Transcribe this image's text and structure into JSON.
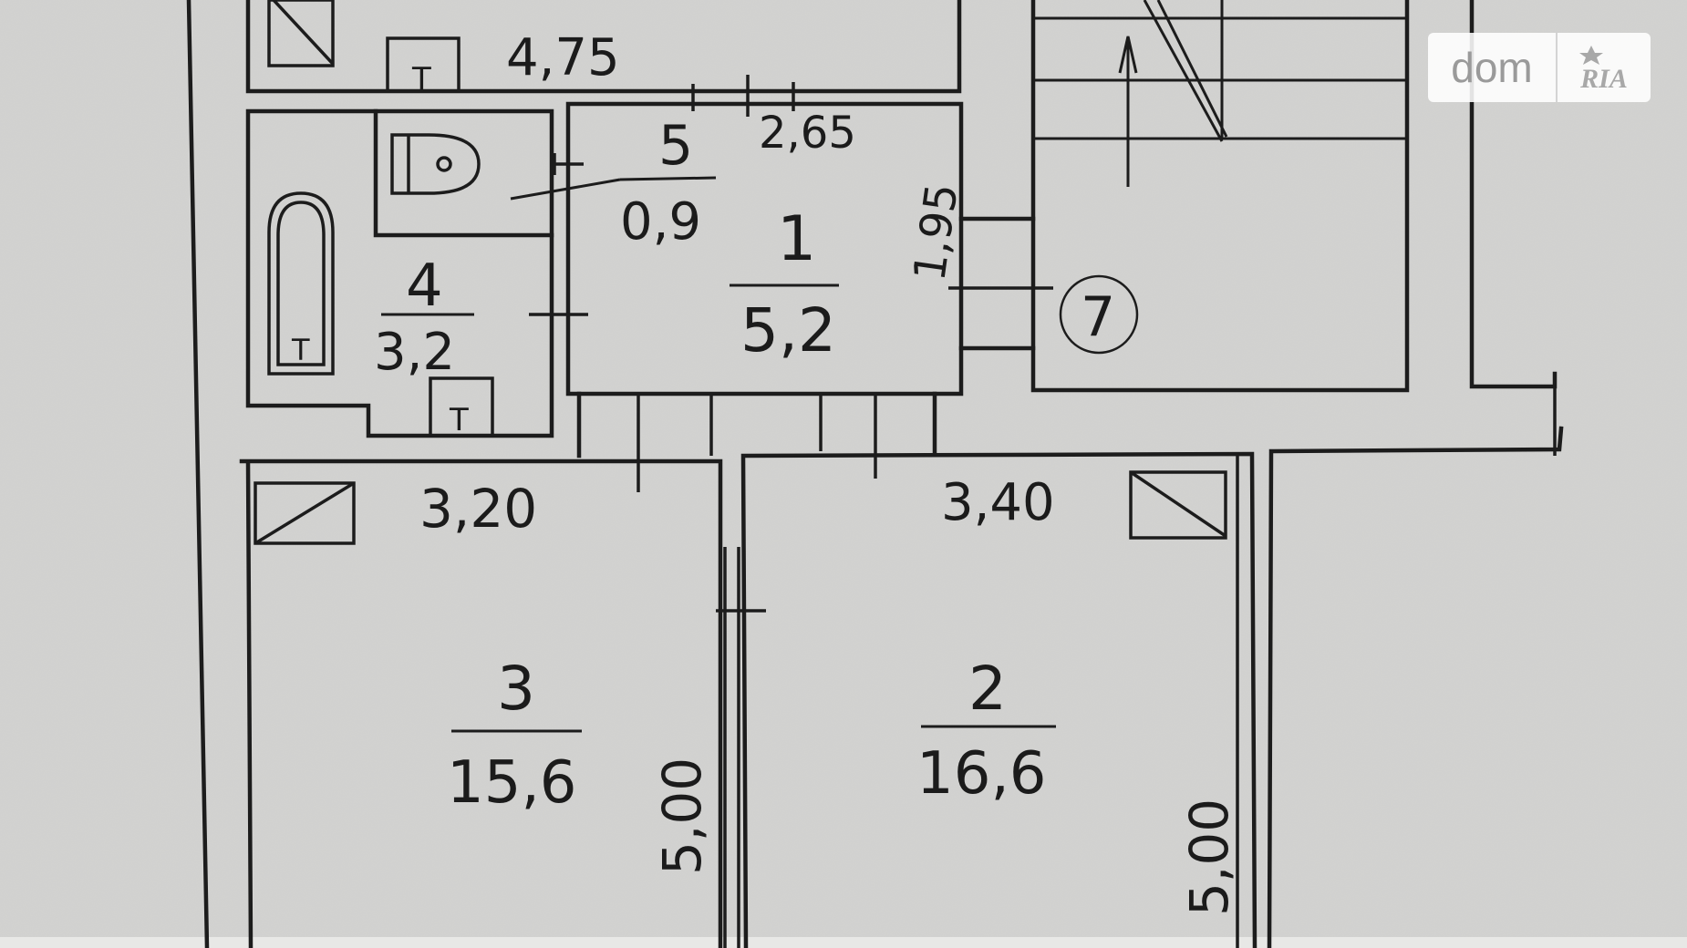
{
  "watermark": {
    "brand_left": "dom",
    "brand_right": "RIA"
  },
  "rooms": [
    {
      "number": "1",
      "area": "5,2"
    },
    {
      "number": "2",
      "area": "16,6"
    },
    {
      "number": "3",
      "area": "15,6"
    },
    {
      "number": "4",
      "area": "3,2"
    },
    {
      "number": "5",
      "area": "0,9"
    }
  ],
  "stair_marker": "7",
  "dimensions": {
    "top_corridor": "4,75",
    "hall_width": "2,65",
    "hall_height": "1,95",
    "room3_width": "3,20",
    "room2_width": "3,40",
    "room3_length": "5,00",
    "room2_length": "5,00"
  },
  "fixture_labels": {
    "tub_t": "T",
    "sink_t": "T",
    "top_t": "T"
  }
}
